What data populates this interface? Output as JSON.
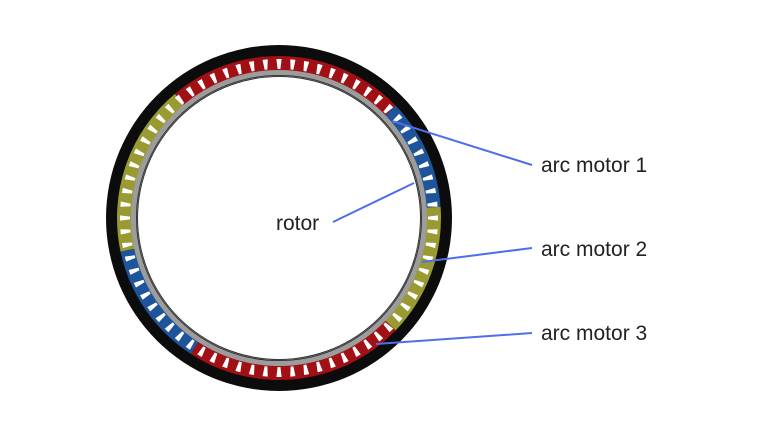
{
  "labels": {
    "rotor": "rotor",
    "arc_motor_1": "arc motor 1",
    "arc_motor_2": "arc motor 2",
    "arc_motor_3": "arc motor 3"
  },
  "colors": {
    "outer_ring": "#0c0c0c",
    "red_segment": "#a01014",
    "blue_segment": "#1d549a",
    "olive_segment": "#9a9a32",
    "slot": "#ffffff",
    "rotor_ring": "#9c9c9c",
    "leader_line": "#4f6ee8",
    "background": "#ffffff"
  },
  "segments": [
    {
      "name": "red-segment-top",
      "color": "red_segment"
    },
    {
      "name": "blue-segment-upper-right",
      "color": "blue_segment"
    },
    {
      "name": "olive-segment-right",
      "color": "olive_segment"
    },
    {
      "name": "red-segment-bottom",
      "color": "red_segment"
    },
    {
      "name": "blue-segment-lower-left",
      "color": "blue_segment"
    },
    {
      "name": "olive-segment-left",
      "color": "olive_segment"
    }
  ]
}
